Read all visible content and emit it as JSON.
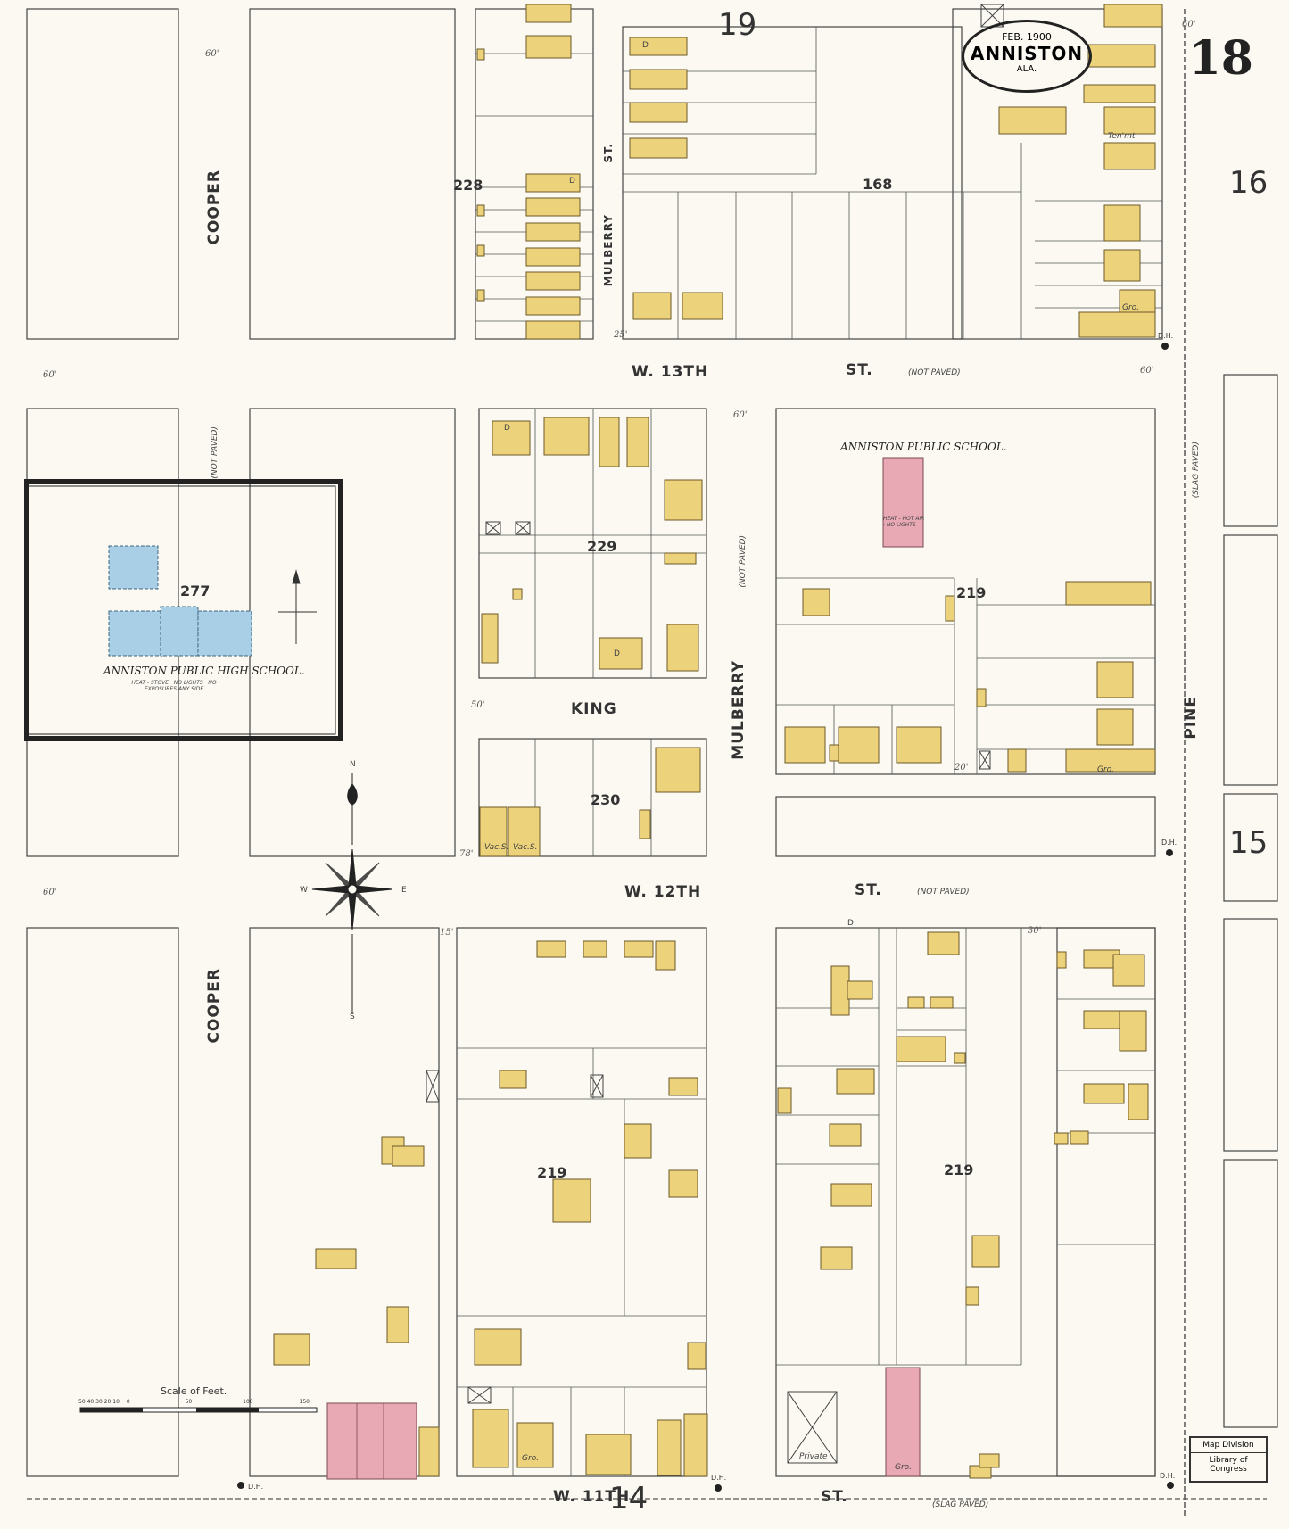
{
  "title": {
    "date": "FEB. 1900",
    "city": "ANNISTON",
    "state": "ALA."
  },
  "sheet_number": "18",
  "adjacent_sheets": [
    "19",
    "16",
    "15",
    "14"
  ],
  "streets": {
    "w13": "W. 13TH",
    "w13_st": "ST.",
    "w12": "W. 12TH",
    "w12_st": "ST.",
    "w11": "W. 11TH",
    "w11_st": "ST.",
    "cooper_top": "COOPER",
    "cooper_bottom": "COOPER",
    "mulberry": "MULBERRY",
    "mulberry_st": "MULBERRY",
    "mulberry_st_suffix": "ST.",
    "king": "KING",
    "pine": "PINE",
    "not_paved": "(NOT PAVED)",
    "slag_paved": "(SLAG PAVED)"
  },
  "blocks": [
    "228",
    "168",
    "229",
    "219",
    "230",
    "277",
    "219",
    "219"
  ],
  "institutions": {
    "public_school": "ANNISTON PUBLIC SCHOOL.",
    "high_school": "ANNISTON PUBLIC HIGH SCHOOL.",
    "high_school_note": "HEAT - STOVE · NO LIGHTS · NO EXPOSURES ANY SIDE",
    "public_school_note": "HEAT - HOT AIR · NO LIGHTS"
  },
  "scale": {
    "label": "Scale of Feet.",
    "ticks": [
      "50",
      "40",
      "30",
      "20",
      "10",
      "0",
      "50",
      "100",
      "150"
    ]
  },
  "stamp": {
    "line1": "Map Division",
    "line2": "Library of Congress"
  },
  "compass": {
    "n": "N",
    "s": "S",
    "e": "E",
    "w": "W"
  },
  "labels": {
    "dh": "D.H.",
    "dwelling": "D",
    "grocery": "Gro.",
    "private": "Private",
    "vac": "Vac.S.",
    "tenmt": "Ten'mt."
  },
  "distances": [
    "60'",
    "60'",
    "60'",
    "60'",
    "60'",
    "60'",
    "15'",
    "25'",
    "20'",
    "30'",
    "78'",
    "50'"
  ],
  "colors": {
    "dwelling": "#ecd27a",
    "brick": "#e8a9b4",
    "stone": "#a9cfe6",
    "line": "#3a3a3a"
  }
}
